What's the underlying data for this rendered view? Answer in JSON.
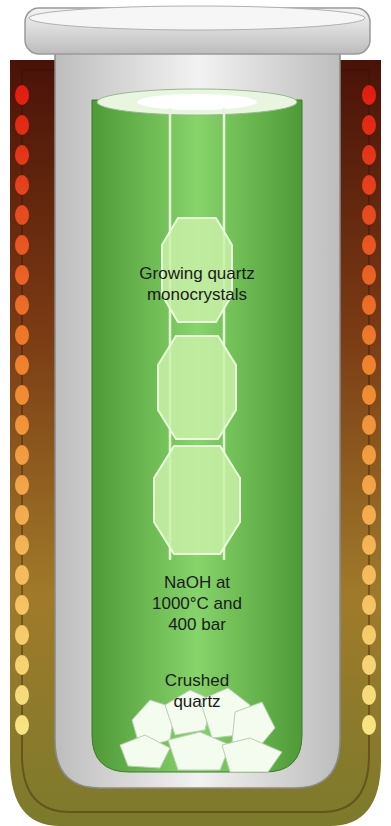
{
  "diagram": {
    "labels": [
      "Growing quartz monocrystals",
      "NaOH at 1000°C and 400 bar",
      "Crushed quartz"
    ]
  }
}
